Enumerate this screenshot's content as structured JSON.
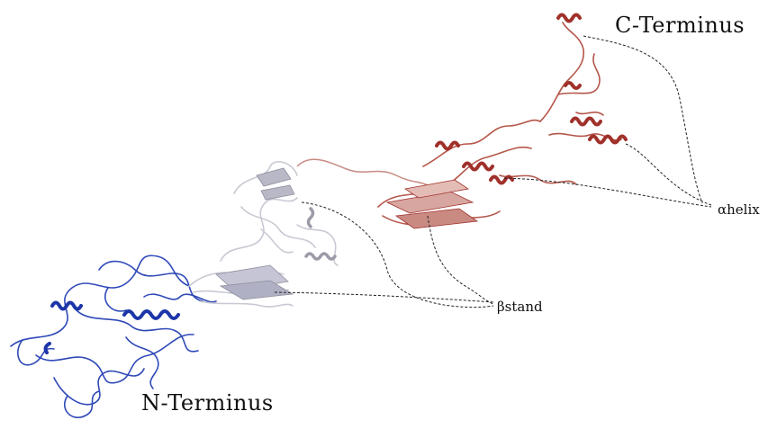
{
  "labels": {
    "c_terminus": "C-Terminus",
    "n_terminus": "N-Terminus",
    "alpha_helix": "αhelix",
    "beta_strand": "βstand"
  },
  "colors": {
    "n_domain": "#2f49b8",
    "n_domain_dark": "#1c35a8",
    "middle_domain": "#c9c9d4",
    "middle_domain_dark": "#9a9aa8",
    "c_domain": "#b5564a",
    "c_domain_dark": "#a0302a",
    "c_domain_light": "#d8a6a0",
    "leader_line": "#222222"
  }
}
